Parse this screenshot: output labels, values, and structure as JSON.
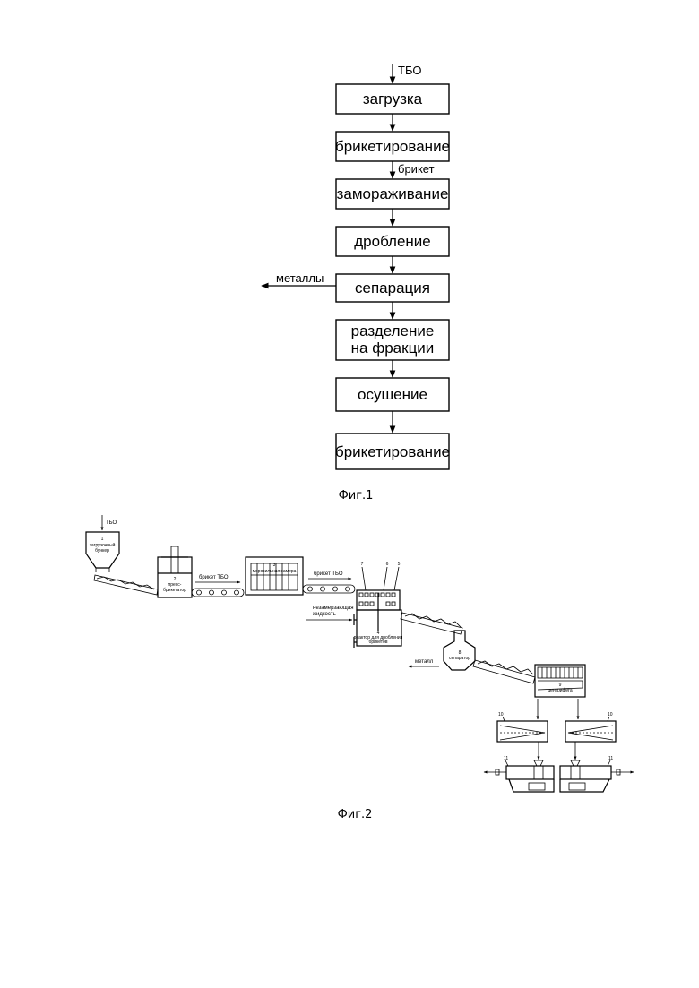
{
  "fig1": {
    "input_label": "ТБО",
    "steps": [
      "загрузка",
      "брикетирование",
      "замораживание",
      "дробление",
      "сепарация",
      "разделение",
      "на фракции",
      "осушение",
      "брикетирование"
    ],
    "edge_label_briket": "брикет",
    "side_output": "металлы",
    "caption": "Фиг.1"
  },
  "fig2": {
    "input_label": "ТБО",
    "hopper": {
      "number": "1",
      "line1": "загрузочный",
      "line2": "бункер"
    },
    "press": {
      "number": "2",
      "line1": "пресс-",
      "line2": "брикетатор"
    },
    "conveyor1_label": "брикет ТБО",
    "freezer": {
      "number": "3",
      "label": "морозильная камера"
    },
    "conveyor2_label": "брикет ТБО",
    "reactor": {
      "numbers": [
        "7",
        "6",
        "5"
      ],
      "number": "4",
      "line1": "реактор для дробления",
      "line2": "брикетов"
    },
    "liquid": {
      "line1": "незамерзающая",
      "line2": "жидкость"
    },
    "separator": {
      "number": "8",
      "label": "сепаратор"
    },
    "metal_output": "металл",
    "centrifuge": {
      "number": "9",
      "label": "центрифуга"
    },
    "dryer_left": "10",
    "dryer_right": "10",
    "press_left": "11",
    "press_right": "11",
    "caption": "Фиг.2"
  }
}
